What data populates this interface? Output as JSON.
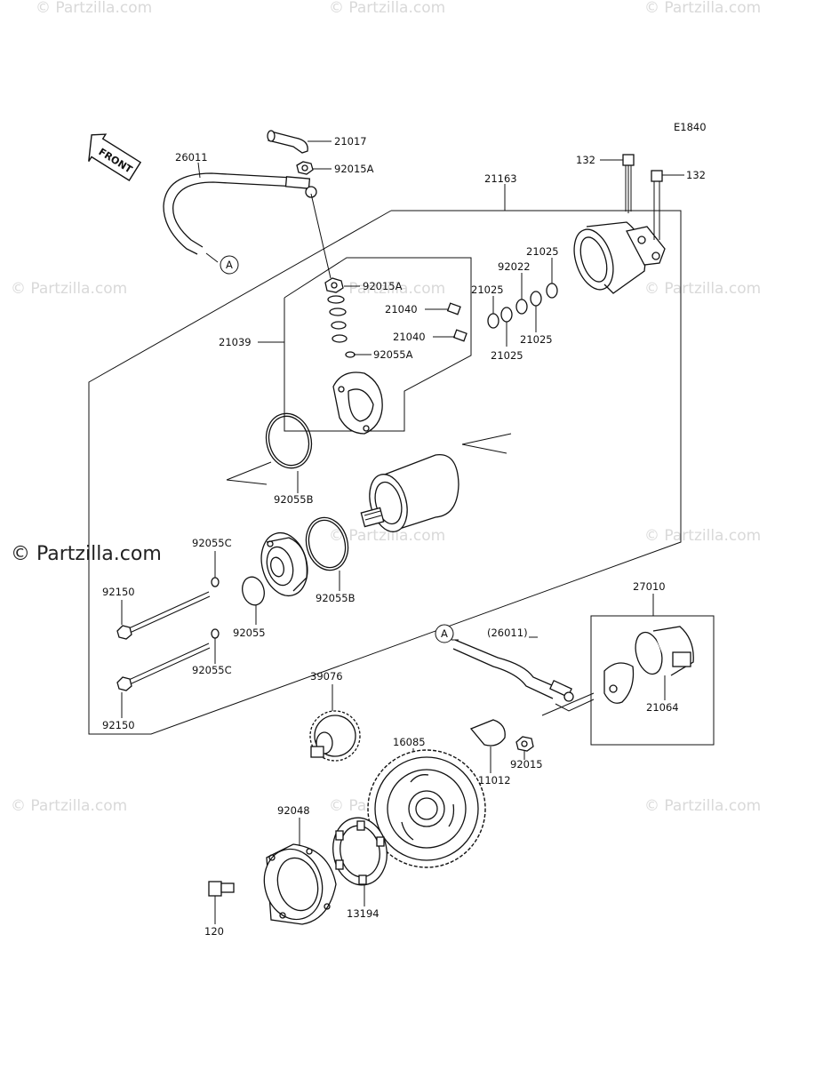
{
  "diagram": {
    "code": "E1840",
    "front_label": "FRONT",
    "watermark": "© Partzilla.com",
    "ref_marker": "A",
    "parts": [
      {
        "id": "p21017",
        "label": "21017"
      },
      {
        "id": "p26011",
        "label": "26011"
      },
      {
        "id": "p92015A_top",
        "label": "92015A"
      },
      {
        "id": "p21163",
        "label": "21163"
      },
      {
        "id": "p132_left",
        "label": "132"
      },
      {
        "id": "p132_right",
        "label": "132"
      },
      {
        "id": "p21025_a",
        "label": "21025"
      },
      {
        "id": "p92022",
        "label": "92022"
      },
      {
        "id": "p21025_b",
        "label": "21025"
      },
      {
        "id": "p21025_c",
        "label": "21025"
      },
      {
        "id": "p21025_d",
        "label": "21025"
      },
      {
        "id": "p92015A_mid",
        "label": "92015A"
      },
      {
        "id": "p21040_a",
        "label": "21040"
      },
      {
        "id": "p21040_b",
        "label": "21040"
      },
      {
        "id": "p21039",
        "label": "21039"
      },
      {
        "id": "p92055A",
        "label": "92055A"
      },
      {
        "id": "p92055B_a",
        "label": "92055B"
      },
      {
        "id": "p92055C_a",
        "label": "92055C"
      },
      {
        "id": "p92150_a",
        "label": "92150"
      },
      {
        "id": "p92055",
        "label": "92055"
      },
      {
        "id": "p92055B_b",
        "label": "92055B"
      },
      {
        "id": "p92055C_b",
        "label": "92055C"
      },
      {
        "id": "p92150_b",
        "label": "92150"
      },
      {
        "id": "p27010",
        "label": "27010"
      },
      {
        "id": "p26011_paren",
        "label": "(26011)"
      },
      {
        "id": "p21064",
        "label": "21064"
      },
      {
        "id": "p39076",
        "label": "39076"
      },
      {
        "id": "p16085",
        "label": "16085"
      },
      {
        "id": "p92015",
        "label": "92015"
      },
      {
        "id": "p11012",
        "label": "11012"
      },
      {
        "id": "p92048",
        "label": "92048"
      },
      {
        "id": "p120",
        "label": "120"
      },
      {
        "id": "p13194",
        "label": "13194"
      }
    ]
  }
}
